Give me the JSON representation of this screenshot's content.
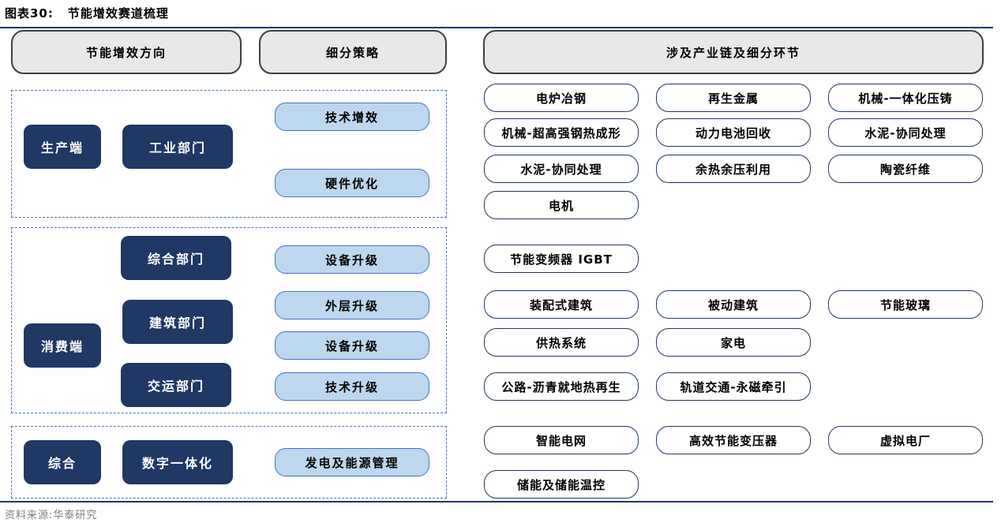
{
  "figure": {
    "title_num": "图表30:",
    "title_text": "节能增效赛道梳理",
    "source": "资料来源:华泰研究"
  },
  "headers": {
    "direction": "节能增效方向",
    "strategy": "细分策略",
    "chain": "涉及产业链及细分环节"
  },
  "groups": {
    "production": {
      "side": "生产端",
      "sector": "工业部门",
      "strategies": [
        "技术增效",
        "硬件优化"
      ]
    },
    "consumption": {
      "side": "消费端",
      "sectors": [
        "综合部门",
        "建筑部门",
        "交运部门"
      ],
      "strategies": [
        "设备升级",
        "外层升级",
        "设备升级",
        "技术升级"
      ]
    },
    "integrated": {
      "side": "综合",
      "sector": "数字一体化",
      "strategies": [
        "发电及能源管理"
      ]
    }
  },
  "chain_items": [
    "电炉冶钢",
    "再生金属",
    "机械-一体化压铸",
    "机械-超高强钢热成形",
    "动力电池回收",
    "水泥-协同处理",
    "水泥-协同处理",
    "余热余压利用",
    "陶瓷纤维",
    "电机",
    "节能变频器 IGBT",
    "装配式建筑",
    "被动建筑",
    "节能玻璃",
    "供热系统",
    "家电",
    "公路-沥青就地热再生",
    "轨道交通-永磁牵引",
    "智能电网",
    "高效节能变压器",
    "虚拟电厂",
    "储能及储能温控"
  ]
}
